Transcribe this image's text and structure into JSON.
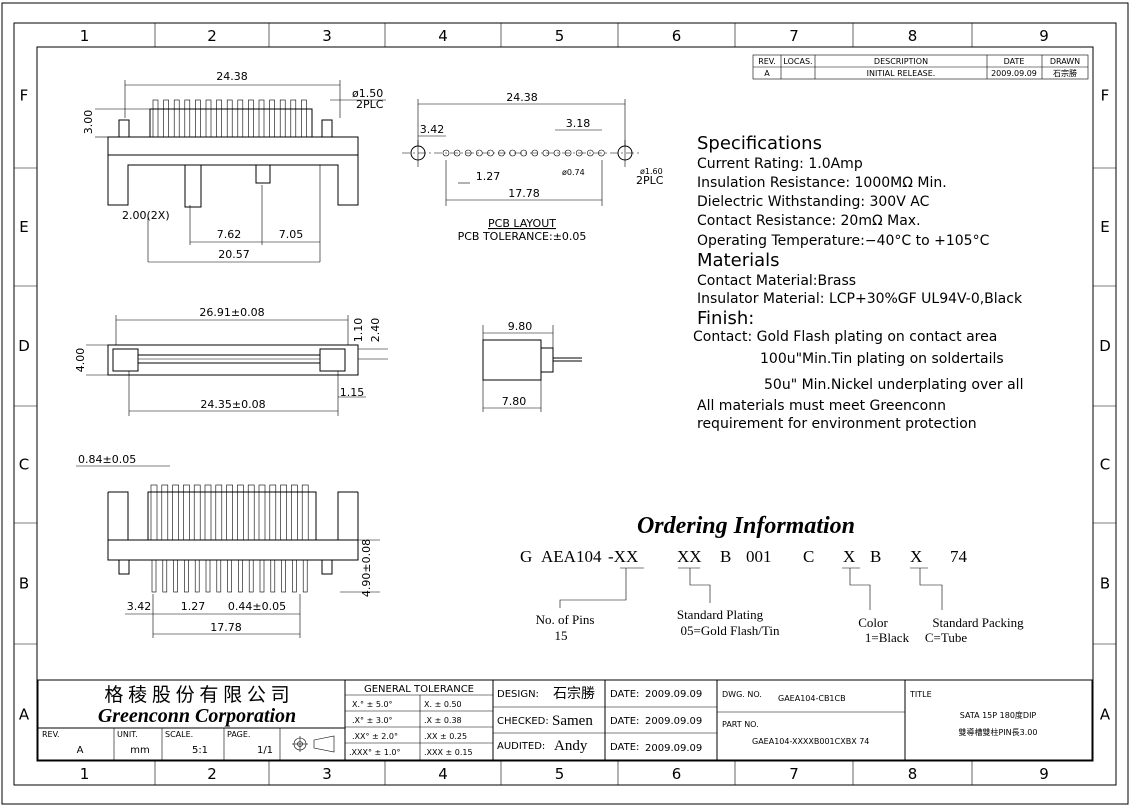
{
  "grid": {
    "cols": [
      "1",
      "2",
      "3",
      "4",
      "5",
      "6",
      "7",
      "8",
      "9"
    ],
    "rows": [
      "F",
      "E",
      "D",
      "C",
      "B",
      "A"
    ]
  },
  "revision_table": {
    "headers": [
      "REV.",
      "LOCAS.",
      "DESCRIPTION",
      "DATE",
      "DRAWN"
    ],
    "row": [
      "A",
      "",
      "INITIAL RELEASE.",
      "2009.09.09",
      "石宗勝"
    ]
  },
  "specs": {
    "title": "Specifications",
    "lines": [
      "Current Rating: 1.0Amp",
      "Insulation Resistance: 1000MΩ Min.",
      "Dielectric Withstanding: 300V AC",
      "Contact Resistance: 20mΩ Max.",
      "Operating Temperature:−40°C to +105°C"
    ],
    "materials_title": "Materials",
    "materials": [
      "Contact Material:Brass",
      "Insulator Material: LCP+30%GF UL94V-0,Black"
    ],
    "finish_title": "Finish:",
    "finish": [
      "Contact: Gold Flash plating on contact area",
      "100u\"Min.Tin plating on soldertails",
      "50u\" Min.Nickel underplating over all"
    ],
    "note": [
      "All materials must meet Greenconn",
      "requirement for environment protection"
    ]
  },
  "ordering": {
    "title": "Ordering Information",
    "code": [
      "G",
      "AEA104",
      "-XX",
      "XX",
      "B",
      "001",
      "C",
      "X",
      "B",
      "X",
      "74"
    ],
    "callouts": {
      "pins_label": "No. of Pins",
      "pins_value": "15",
      "plating_label": "Standard Plating",
      "plating_value": "05=Gold Flash/Tin",
      "color_label": "Color",
      "color_value": "1=Black",
      "packing_label": "Standard Packing",
      "packing_value": "C=Tube"
    }
  },
  "dims": {
    "top_width": "24.38",
    "hole_dia": "ø1.50",
    "hole_plc": "2PLC",
    "top_height": "3.00",
    "top_pitch": "2.00(2X)",
    "top_762": "7.62",
    "top_705": "7.05",
    "top_2057": "20.57",
    "pcb_width": "24.38",
    "pcb_342": "3.42",
    "pcb_318": "3.18",
    "pcb_127": "1.27",
    "pcb_074": "ø0.74",
    "pcb_160": "ø1.60",
    "pcb_plc": "2PLC",
    "pcb_1778": "17.78",
    "pcb_title": "PCB LAYOUT",
    "pcb_tol": "PCB TOLERANCE:±0.05",
    "mid_2691": "26.91±0.08",
    "mid_400": "4.00",
    "mid_110": "1.10",
    "mid_240": "2.40",
    "mid_115": "1.15",
    "mid_2435": "24.35±0.08",
    "side_980": "9.80",
    "side_780": "7.80",
    "bot_084": "0.84±0.05",
    "bot_490": "4.90±0.08",
    "bot_342": "3.42",
    "bot_127": "1.27",
    "bot_044": "0.44±0.05",
    "bot_1778": "17.78"
  },
  "title_block": {
    "company_cn": "格 稜 股 份 有 限 公 司",
    "company_en": "Greenconn Corporation",
    "rev_label": "REV.",
    "rev_value": "A",
    "unit_label": "UNIT.",
    "unit_value": "mm",
    "scale_label": "SCALE.",
    "scale_value": "5:1",
    "page_label": "PAGE.",
    "page_value": "1/1",
    "tol_title": "GENERAL  TOLERANCE",
    "tol_rows": [
      [
        "X.° ± 5.0°",
        "X.   ± 0.50"
      ],
      [
        ".X° ± 3.0°",
        ".X   ± 0.38"
      ],
      [
        ".XX° ± 2.0°",
        ".XX  ± 0.25"
      ],
      [
        ".XXX° ± 1.0°",
        ".XXX ± 0.15"
      ]
    ],
    "design_label": "DESIGN:",
    "design_value": "石宗勝",
    "checked_label": "CHECKED:",
    "checked_value": "Samen",
    "audited_label": "AUDITED:",
    "audited_value": "Andy",
    "date_label": "DATE:",
    "date1": "2009.09.09",
    "date2": "2009.09.09",
    "date3": "2009.09.09",
    "dwg_label": "DWG. NO.",
    "dwg_value": "GAEA104-CB1CB",
    "part_label": "PART NO.",
    "part_value": "GAEA104-XXXXB001CXBX 74",
    "title_label": "TITLE",
    "title_line1": "SATA 15P 180度DIP",
    "title_line2": "雙導槽雙柱PIN長3.00"
  }
}
